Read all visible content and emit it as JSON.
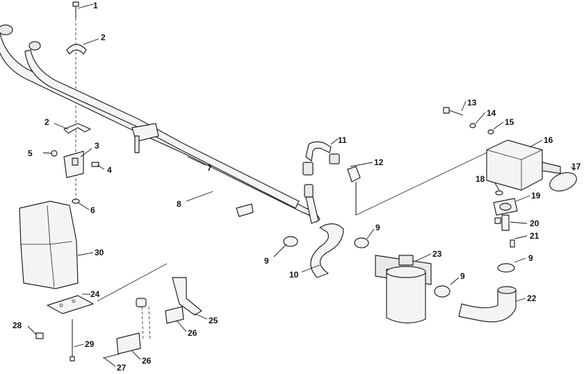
{
  "callouts": [
    "1",
    "2",
    "2",
    "3",
    "4",
    "5",
    "6",
    "7",
    "8",
    "9",
    "9",
    "9",
    "9",
    "10",
    "11",
    "12",
    "13",
    "14",
    "15",
    "16",
    "17",
    "18",
    "19",
    "20",
    "21",
    "22",
    "23",
    "24",
    "25",
    "26",
    "26",
    "27",
    "28",
    "29",
    "30"
  ]
}
